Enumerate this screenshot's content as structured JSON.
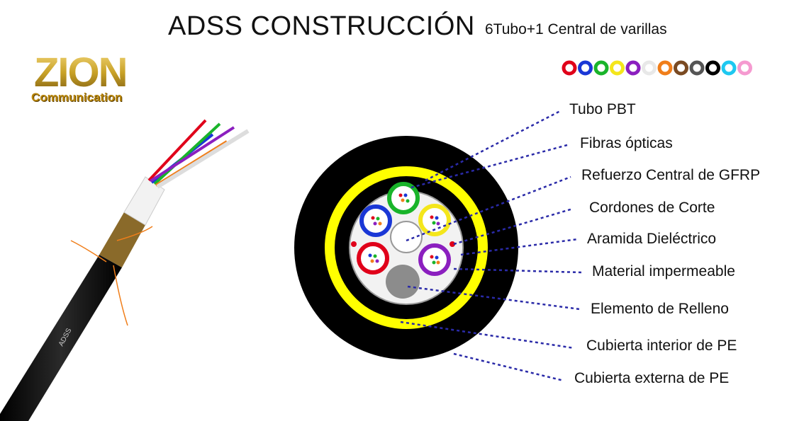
{
  "header": {
    "title": "ADSS CONSTRUCCIÓN",
    "subtitle": "6Tubo+1 Central de varillas"
  },
  "logo": {
    "brand": "ZION",
    "tagline": "Communication"
  },
  "cable_photo": {
    "jacket_print": "ADSS"
  },
  "color_code": [
    "#e0001a",
    "#1a37d6",
    "#19b42a",
    "#f4e61b",
    "#8b1fbf",
    "#e8e8e8",
    "#f07e1a",
    "#7a4a22",
    "#555555",
    "#000000",
    "#1ec8f0",
    "#f59ad0"
  ],
  "labels": [
    "Tubo PBT",
    "Fibras ópticas",
    "Refuerzo Central de GFRP",
    "Cordones de Corte",
    "Aramida Dieléctrico",
    "Material impermeable",
    "Elemento de Relleno",
    "Cubierta interior de PE",
    "Cubierta externa de PE"
  ],
  "colors": {
    "outer_sheath": "#000000",
    "inner_ring": "#ffff00",
    "leader_line": "#2a2aa8",
    "logo_gold": "#c9a227"
  }
}
